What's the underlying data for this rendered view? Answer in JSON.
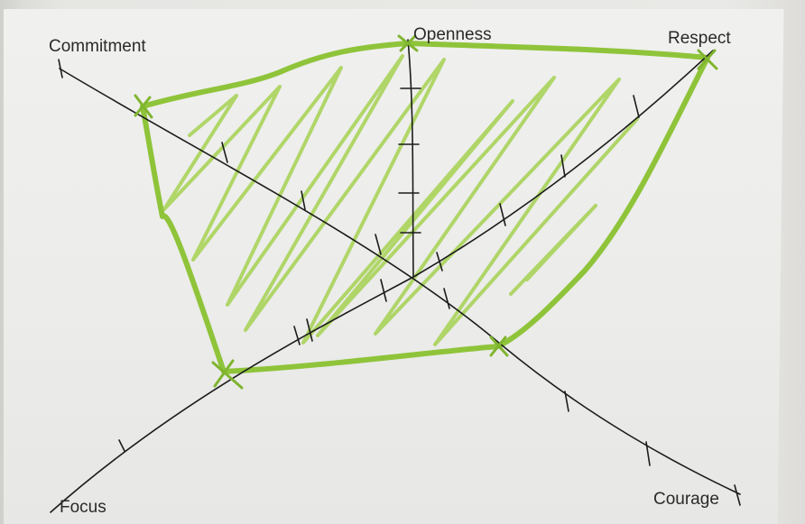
{
  "axes": {
    "commitment": "Commitment",
    "openness": "Openness",
    "respect": "Respect",
    "focus": "Focus",
    "courage": "Courage"
  },
  "colors": {
    "ink": "#1c1c1c",
    "highlighter": "#8fc43a",
    "highlighter_light": "#a9d35a"
  }
}
